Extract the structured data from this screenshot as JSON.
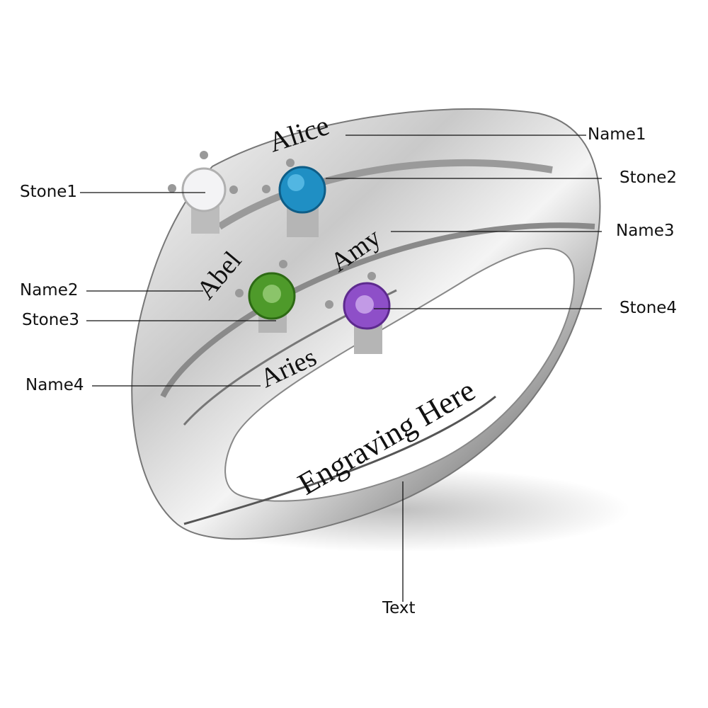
{
  "diagram": {
    "subject": "silver ring with four birthstones and engraved names",
    "callouts": [
      {
        "id": "stone1",
        "label": "Stone1",
        "color": "#f2f2f4"
      },
      {
        "id": "name1",
        "label": "Name1"
      },
      {
        "id": "stone2",
        "label": "Stone2",
        "color": "#1f8fc4"
      },
      {
        "id": "name3",
        "label": "Name3"
      },
      {
        "id": "name2",
        "label": "Name2"
      },
      {
        "id": "stone3",
        "label": "Stone3",
        "color": "#4e9a2a"
      },
      {
        "id": "stone4",
        "label": "Stone4",
        "color": "#8e4fc8"
      },
      {
        "id": "name4",
        "label": "Name4"
      },
      {
        "id": "text",
        "label": "Text"
      }
    ],
    "engravings": {
      "name1": "Alice",
      "name2": "Abel",
      "name3": "Amy",
      "name4": "Aries",
      "text": "Engraving Here"
    }
  }
}
